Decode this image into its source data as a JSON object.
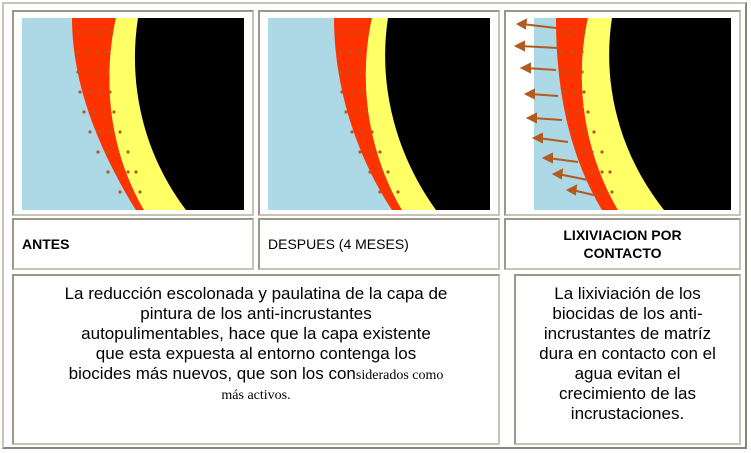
{
  "images": [
    {
      "name": "antes-image"
    },
    {
      "name": "despues-image"
    },
    {
      "name": "lixiviacion-image"
    }
  ],
  "headers": {
    "antes": "ANTES",
    "despues": "DESPUES (4 MESES)",
    "lixiviacion_line1": "LIXIVIACION POR",
    "lixiviacion_line2": "CONTACTO"
  },
  "descriptions": {
    "left_line1": "La reducción escolonada y paulatina de la capa de",
    "left_line2": "pintura de los anti-incrustantes",
    "left_line3": "autopulimentables, hace que la capa existente",
    "left_line4": "que esta expuesta al entorno contenga los",
    "left_line5_a": "biocides más nuevos, que son los con",
    "left_line5_b": "siderados como",
    "left_line6": "más activos.",
    "right_line1": "La lixiviación de los",
    "right_line2": "biocidas de los anti-",
    "right_line3": "incrustantes de matríz",
    "right_line4": "dura en contacto con el",
    "right_line5": "agua evitan el",
    "right_line6": "crecimiento de las",
    "right_line7": "incrustaciones."
  },
  "colors": {
    "water": "#add8e6",
    "paint_red": "#ff3300",
    "paint_yellow": "#ffff66",
    "hull_black": "#000000",
    "biocide_brown": "#b35a1f"
  }
}
